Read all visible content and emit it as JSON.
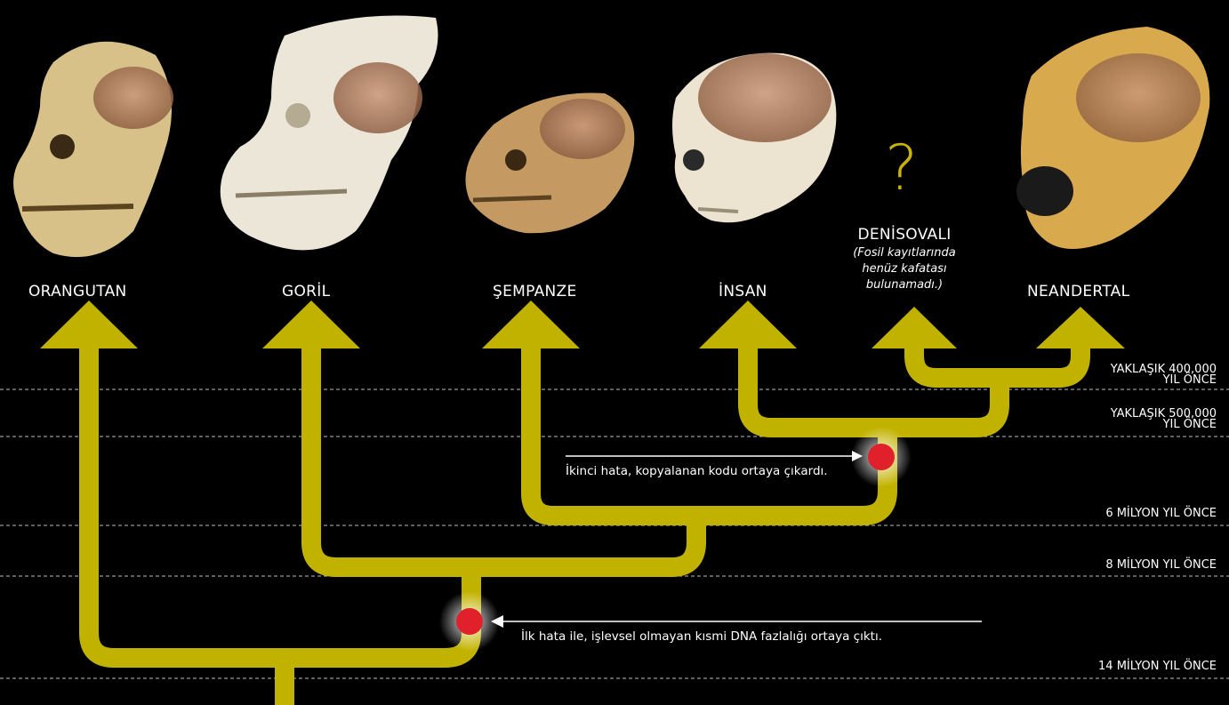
{
  "species": {
    "orangutan": "ORANGUTAN",
    "gorilla": "GORİL",
    "chimpanzee": "ŞEMPANZE",
    "human": "İNSAN",
    "denisovan": "DENİSOVALI",
    "denisovan_note_1": "(Fosil kayıtlarında",
    "denisovan_note_2": "henüz kafatası",
    "denisovan_note_3": "bulunamadı.)",
    "neanderthal": "NEANDERTAL"
  },
  "question_mark": "?",
  "timescale": {
    "t400k_line1": "YAKLAŞIK 400,000",
    "t400k_line2": "YIL ÖNCE",
    "t500k_line1": "YAKLAŞIK 500,000",
    "t500k_line2": "YIL ÖNCE",
    "t6m": "6 MİLYON YIL ÖNCE",
    "t8m": "8 MİLYON YIL ÖNCE",
    "t14m": "14 MİLYON YIL ÖNCE"
  },
  "annotations": {
    "second_error": "İkinci hata, kopyalanan kodu ortaya çıkardı.",
    "first_error": "İlk hata ile, işlevsel olmayan kısmi DNA fazlalığı ortaya çıktı."
  },
  "colors": {
    "tree": "#c2b200",
    "event_dot": "#e0202b",
    "background": "#000000",
    "grid_line": "#bbbbbb"
  }
}
